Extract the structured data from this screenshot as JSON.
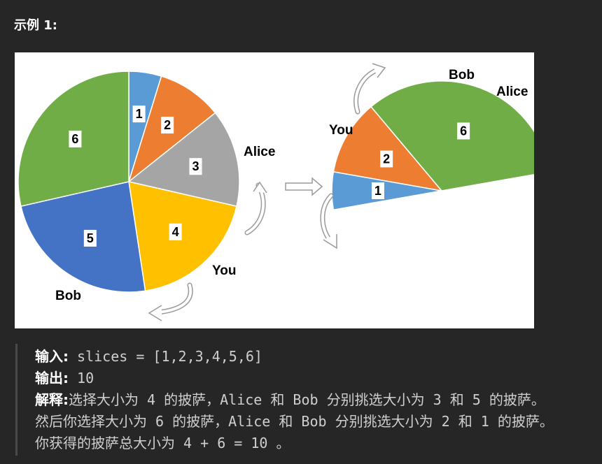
{
  "example_title": "示例 1:",
  "figure": {
    "left_pie": {
      "slices": [
        {
          "label": "1",
          "value": 1,
          "color": "#5b9bd5"
        },
        {
          "label": "2",
          "value": 2,
          "color": "#ed7d31"
        },
        {
          "label": "3",
          "value": 3,
          "color": "#a5a5a5"
        },
        {
          "label": "4",
          "value": 4,
          "color": "#ffc000"
        },
        {
          "label": "5",
          "value": 5,
          "color": "#4472c4"
        },
        {
          "label": "6",
          "value": 6,
          "color": "#70ad47"
        }
      ],
      "people": {
        "alice": "Alice",
        "you": "You",
        "bob": "Bob"
      }
    },
    "right_pie": {
      "slices": [
        {
          "label": "1",
          "value": 1,
          "color": "#5b9bd5"
        },
        {
          "label": "2",
          "value": 2,
          "color": "#ed7d31"
        },
        {
          "label": "6",
          "value": 6,
          "color": "#70ad47"
        }
      ],
      "people": {
        "bob": "Bob",
        "alice": "Alice",
        "you": "You"
      }
    }
  },
  "explanation": {
    "input_label": "输入:",
    "input_value": "slices = [1,2,3,4,5,6]",
    "output_label": "输出:",
    "output_value": "10",
    "explain_label": "解释:",
    "explain_line1": "选择大小为 4 的披萨，Alice 和 Bob 分别挑选大小为 3 和 5 的披萨。",
    "explain_line2": "然后你选择大小为 6 的披萨，Alice 和 Bob 分别挑选大小为 2 和 1 的披萨。",
    "explain_line3": "你获得的披萨总大小为 4 + 6 = 10 。"
  }
}
